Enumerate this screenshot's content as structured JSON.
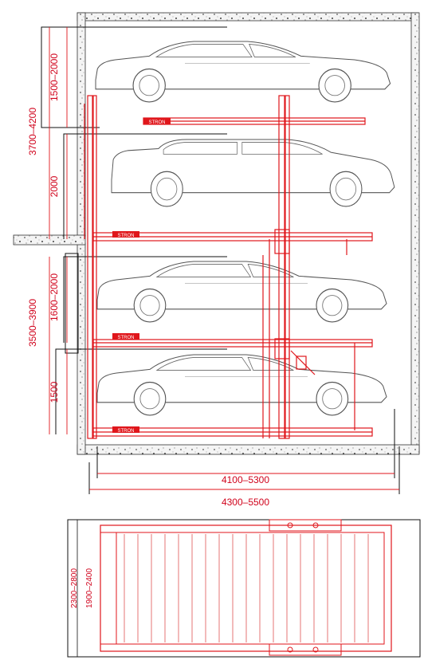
{
  "drawing": {
    "title": "",
    "colors": {
      "structure": "#e0161b",
      "outline": "#111111",
      "concrete": "#8a8a8a",
      "car_line": "#555555"
    }
  },
  "dimensions": {
    "left_top_total": "3700–4200",
    "left_level_top": "1500–2000",
    "left_level_2": "2000",
    "left_bottom_total": "3500–3900",
    "left_level_3": "1600–2000",
    "left_level_4": "1500",
    "bottom_inner": "4100–5300",
    "bottom_outer": "4300–5500",
    "plan_outer": "2300–2800",
    "plan_inner": "1900–2400"
  },
  "labels": {
    "logo_text": "STRON"
  }
}
